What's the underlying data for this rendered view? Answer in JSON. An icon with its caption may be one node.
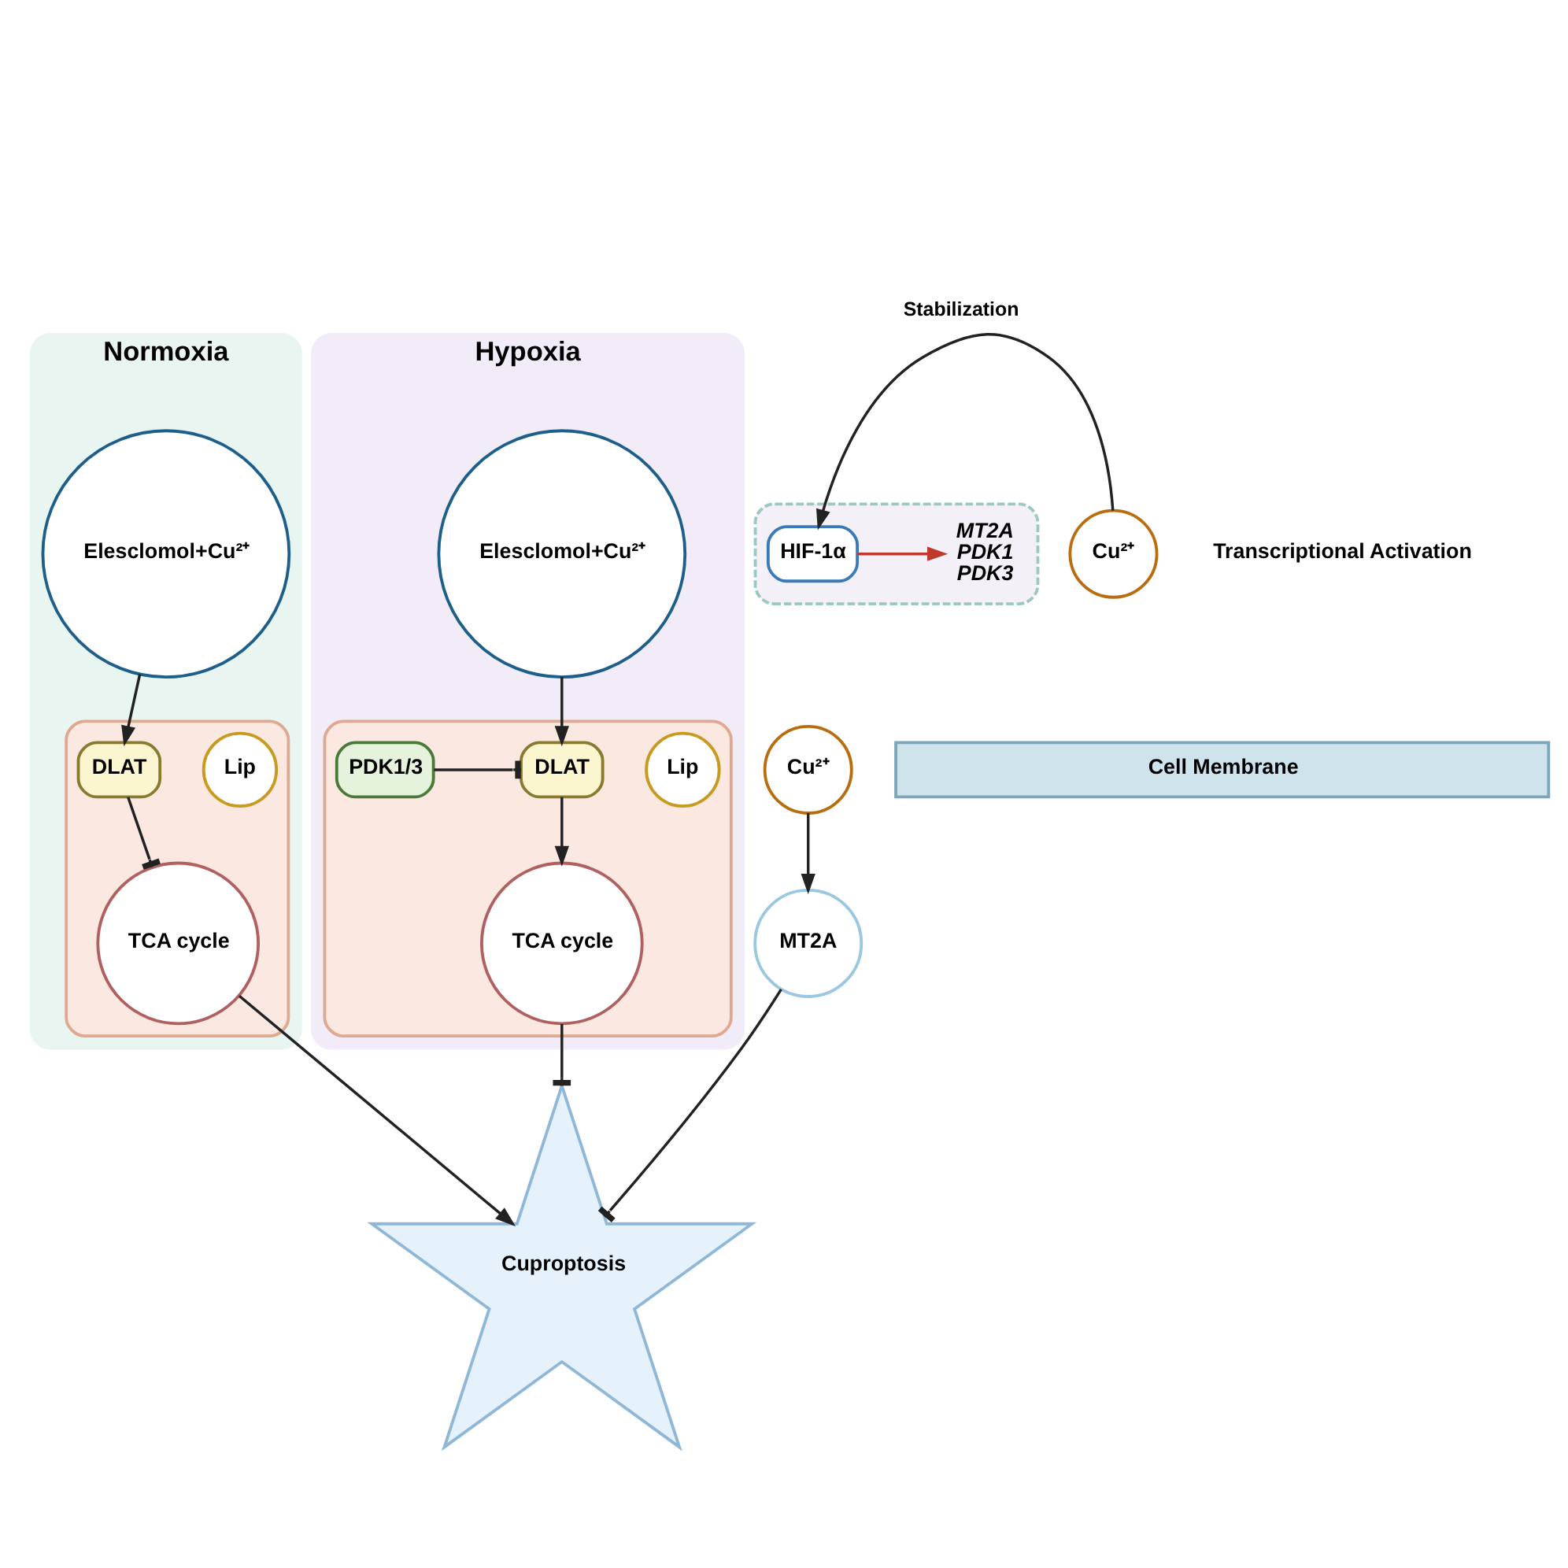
{
  "diagram": {
    "nodes": [
      {
        "text": [
          "Normoxia"
        ]
      },
      {
        "text": [
          "Hypoxia"
        ]
      },
      {
        "text": [
          "Elesclomol+Cu²⁺"
        ],
        "in": 0
      },
      {
        "text": [],
        "shape": "picture",
        "in": 0
      },
      {
        "text": [
          "Lip"
        ],
        "in": 3
      },
      {
        "text": [
          "DLAT"
        ],
        "in": 3
      },
      {
        "text": [
          "TCA cycle"
        ],
        "in": 3
      },
      {
        "text": [
          "Cell Membrane"
        ]
      },
      {
        "text": [
          "Cu²⁺"
        ]
      },
      {
        "text": [
          "MT2A"
        ]
      },
      {
        "text": [
          "Cuproptosis"
        ]
      },
      {
        "text": [
          "Elesclomol+Cu²⁺"
        ],
        "in": 1
      },
      {
        "text": [],
        "shape": "picture",
        "in": 1
      },
      {
        "text": [
          "Lip"
        ],
        "in": 12
      },
      {
        "text": [
          "DLAT"
        ],
        "in": 12
      },
      {
        "text": [
          "PDK1/3"
        ],
        "in": 12
      },
      {
        "text": [
          "TCA cycle"
        ],
        "in": 12
      },
      {
        "text": [],
        "shape": "picture"
      },
      {
        "text": [
          "Cu²⁺"
        ]
      },
      {
        "text": [
          "HIF-1α"
        ],
        "in": 17
      },
      {
        "text": [
          "MT2A",
          "PDK1",
          "PDK3"
        ],
        "in": 17
      }
    ],
    "edges": [
      {
        "from": 2,
        "to": 5,
        "arrow": "to"
      },
      {
        "from": 5,
        "to": 6,
        "arrow": "other"
      },
      {
        "from": 6,
        "to": 10,
        "arrow": "to"
      },
      {
        "from": 8,
        "to": 9,
        "arrow": "to"
      },
      {
        "from": 9,
        "to": 10,
        "arrow": "other"
      },
      {
        "from": 11,
        "to": 14,
        "arrow": "to"
      },
      {
        "from": 15,
        "to": 14,
        "arrow": "other"
      },
      {
        "from": 14,
        "to": 16,
        "arrow": "to"
      },
      {
        "from": 16,
        "to": 10,
        "arrow": "other"
      },
      {
        "from": 18,
        "to": 19,
        "label": "Stabilization",
        "arrow": "to"
      },
      {
        "from": 19,
        "to": 20,
        "arrow": "to",
        "color": "#c0392b"
      }
    ],
    "labels": [
      "Transcriptional Activation"
    ]
  }
}
